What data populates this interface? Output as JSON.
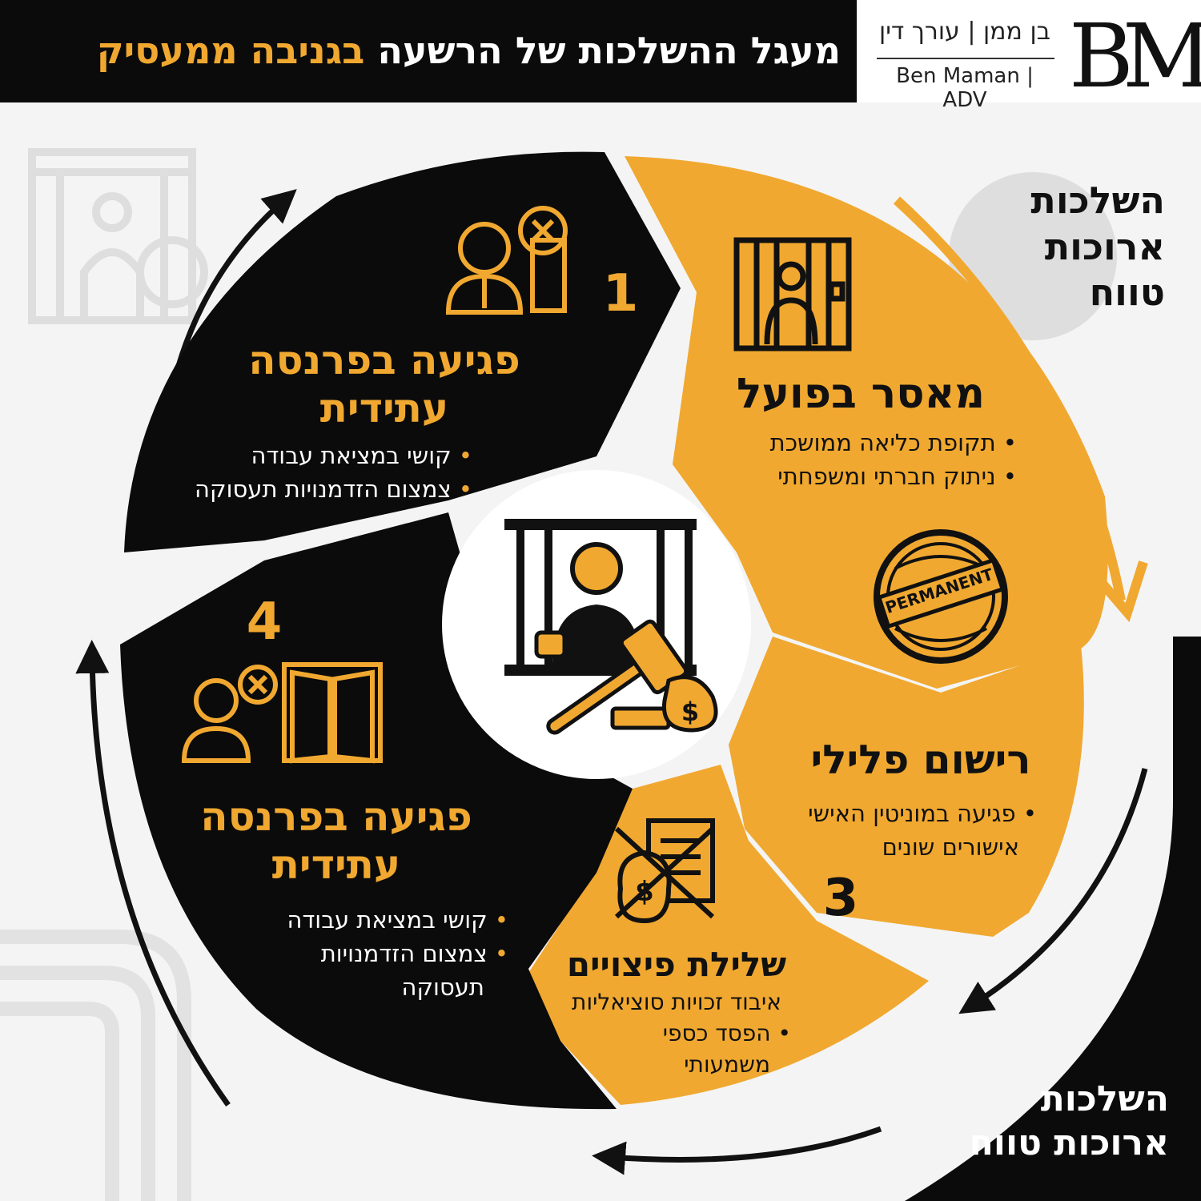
{
  "header": {
    "title_main": "מעגל ההשלכות של הרשעה",
    "title_accent": "בגניבה ממעסיק"
  },
  "logo": {
    "hebrew": "בן ממן | עורך דין",
    "english": "Ben Maman | ADV",
    "monogram": "BM"
  },
  "side_labels": {
    "top": [
      "השלכות",
      "ארוכות",
      "טווח"
    ],
    "bottom": [
      "השלכות",
      "ארוכות טווח"
    ]
  },
  "segments": [
    {
      "number": "1",
      "heading": [
        "פגיעה בפרנסה",
        "עתידית"
      ],
      "bullets": [
        "קושי במציאת עבודה",
        "צמצום הזדמנויות תעסוקה"
      ]
    },
    {
      "heading": [
        "מאסר בפועל"
      ],
      "bullets": [
        "תקופת כליאה ממושכת",
        "ניתוק חברתי ומשפחתי"
      ],
      "stamp": "PERMANENT"
    },
    {
      "number": "3",
      "heading": [
        "רישום פלילי"
      ],
      "bullets": [
        "פגיעה במוניטין האישי",
        "אישורים שונים"
      ]
    },
    {
      "heading": [
        "שלילת פיצויים"
      ],
      "bullets": [
        "איבוד זכויות סוציאליות",
        "הפסד כספי",
        "משמעותי"
      ]
    },
    {
      "number": "4",
      "heading": [
        "פגיעה בפרנסה",
        "עתידית"
      ],
      "bullets": [
        "קושי במציאת עבודה",
        "צמצום הזדמנויות",
        "תעסוקה"
      ]
    }
  ],
  "colors": {
    "accent": "#f0a830",
    "dark": "#0b0b0b",
    "light": "#f4f4f4",
    "white": "#ffffff"
  }
}
